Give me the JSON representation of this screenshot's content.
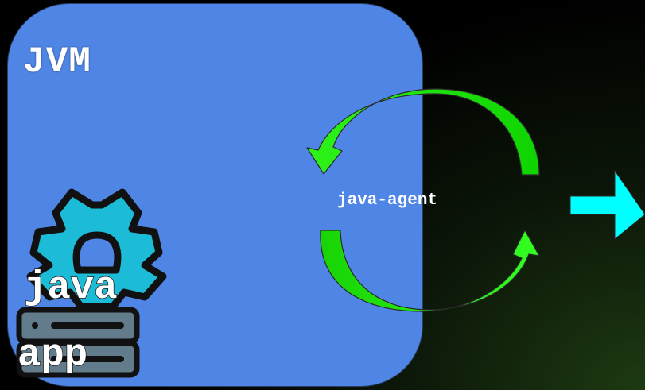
{
  "diagram": {
    "container_label": "JVM",
    "app_label_line1": "java",
    "app_label_line2": "app",
    "agent_label": "java-agent"
  },
  "icons": {
    "app": "gear-with-server-icon",
    "cycle": "circular-arrows-icon",
    "output": "right-arrow-icon"
  },
  "colors": {
    "jvm_box": "#4f86e6",
    "gear": "#1cbcd8",
    "server": "#627c8c",
    "arrows": "#1ee60a",
    "output_arrow": "#00ffff",
    "background": "#000000"
  }
}
